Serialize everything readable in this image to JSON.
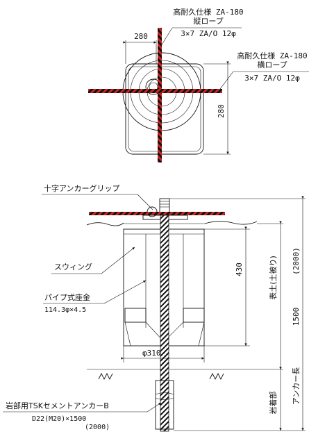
{
  "top_view": {
    "title_vertical": "高耐久仕様 ZA-180",
    "sub_vertical": "縦ロープ",
    "spec_vertical": "3×7 ZA/O 12φ",
    "title_horizontal": "高耐久仕様 ZA-180",
    "sub_horizontal": "横ロープ",
    "spec_horizontal": "3×7 ZA/O 12φ",
    "dim_width": "280",
    "dim_height": "280"
  },
  "section_view": {
    "cross_grip": "十字アンカーグリップ",
    "swing": "スウィング",
    "pipe_base": "パイプ式座金",
    "pipe_spec": "114.3φ×4.5",
    "dim_430": "430",
    "dim_310": "φ310",
    "topsoil": "表土(土被り)",
    "dim_1500": "1500",
    "dim_2000": "(2000)",
    "anchor_length": "アンカー長",
    "bedrock": "岩着部",
    "rock_anchor": "岩部用TSKセメントアンカーB",
    "rock_anchor_spec": "D22(M20)×1500",
    "rock_anchor_alt": "(2000)"
  },
  "colors": {
    "rope_red": "#d0231f",
    "line": "#111111"
  }
}
